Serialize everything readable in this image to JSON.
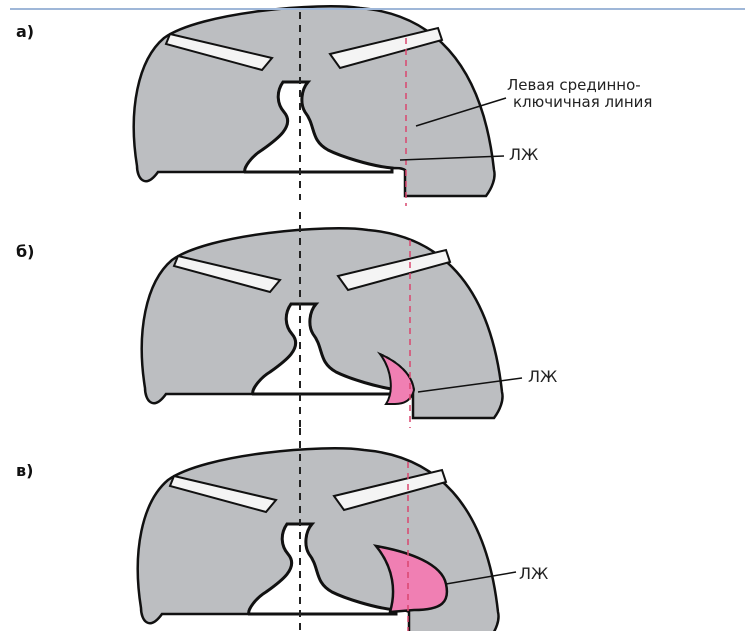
{
  "panels": [
    {
      "label": "а)",
      "lv_label": "ЛЖ",
      "enlargement": "none"
    },
    {
      "label": "б)",
      "lv_label": "ЛЖ",
      "enlargement": "moderate"
    },
    {
      "label": "в)",
      "lv_label": "ЛЖ",
      "enlargement": "marked"
    }
  ],
  "annotation": {
    "line1": "Левая срединно-",
    "line2": "ключичная линия"
  },
  "colors": {
    "chest_fill": "#bcbec1",
    "outline": "#111111",
    "bone_fill": "#f4f4f4",
    "midline": "#222222",
    "midclavicular_line": "#d9476f",
    "lv_fill": "#f07fb3",
    "top_rule": "#9fb7d8"
  }
}
